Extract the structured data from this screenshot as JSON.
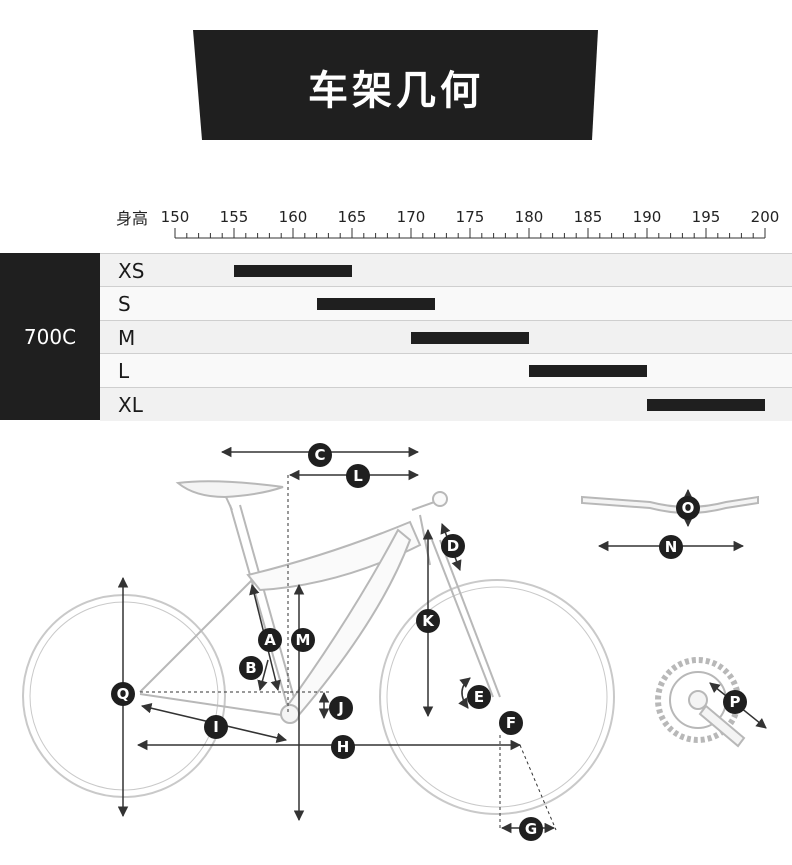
{
  "title": "车架几何",
  "height_axis": {
    "label": "身高",
    "ticks": [
      "150",
      "155",
      "160",
      "165",
      "170",
      "175",
      "180",
      "185",
      "190",
      "195",
      "200"
    ]
  },
  "wheel_size": "700C",
  "sizes": [
    {
      "label": "XS",
      "min": 155,
      "max": 165
    },
    {
      "label": "S",
      "min": 162,
      "max": 172
    },
    {
      "label": "M",
      "min": 170,
      "max": 180
    },
    {
      "label": "L",
      "min": 180,
      "max": 190
    },
    {
      "label": "XL",
      "min": 190,
      "max": 200
    }
  ],
  "markers": {
    "a": "A",
    "b": "B",
    "c": "C",
    "d": "D",
    "e": "E",
    "f": "F",
    "g": "G",
    "h": "H",
    "i": "I",
    "j": "J",
    "k": "K",
    "l": "L",
    "m": "M",
    "n": "N",
    "o": "O",
    "p": "P",
    "q": "Q"
  },
  "colors": {
    "dark": "#1f1f1f",
    "row_light": "#f9f9f9",
    "row_grey": "#f1f1f1"
  }
}
